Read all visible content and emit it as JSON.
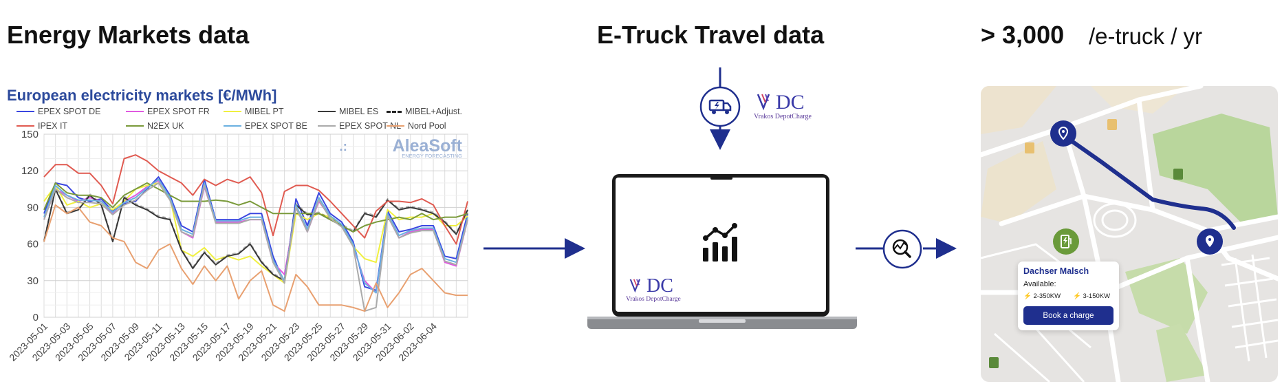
{
  "headers": {
    "energy": "Energy Markets data",
    "etruck": "E-Truck Travel data",
    "stat_value": "> 3,000",
    "stat_unit": "/e-truck / yr"
  },
  "logo": {
    "main": "DC",
    "sub": "Vrakos DepotCharge"
  },
  "map_card": {
    "title": "Dachser Malsch",
    "available_label": "Available:",
    "spec_1": "2-350KW",
    "spec_2": "3-150KW",
    "button": "Book a charge"
  },
  "icons": [
    "electric-truck-icon",
    "analytics-chart-icon",
    "magnifier-trend-icon",
    "location-pin-icon",
    "charging-station-icon"
  ],
  "colors": {
    "accent": "#1f2f8e",
    "chart_title": "#2c4a9c"
  },
  "chart_data": {
    "type": "line",
    "title": "European electricity markets [€/MWh]",
    "watermark": "AleaSoft",
    "watermark_sub": "ENERGY FORECASTING",
    "xlabel": "",
    "ylabel": "",
    "ylim": [
      0,
      150
    ],
    "yticks": [
      "0",
      "30",
      "60",
      "90",
      "120",
      "150"
    ],
    "xticklabels": [
      "2023-05-01",
      "2023-05-03",
      "2023-05-05",
      "2023-05-07",
      "2023-05-09",
      "2023-05-11",
      "2023-05-13",
      "2023-05-15",
      "2023-05-17",
      "2023-05-19",
      "2023-05-21",
      "2023-05-23",
      "2023-05-25",
      "2023-05-27",
      "2023-05-29",
      "2023-05-31",
      "2023-06-02",
      "2023-06-04"
    ],
    "grid": true,
    "legend_position": "top",
    "series": [
      {
        "name": "EPEX SPOT DE",
        "color": "#3a46e0",
        "dashed": false,
        "values": [
          85,
          110,
          108,
          98,
          95,
          97,
          87,
          93,
          95,
          105,
          115,
          100,
          75,
          70,
          113,
          80,
          80,
          80,
          85,
          85,
          50,
          28,
          97,
          75,
          102,
          85,
          78,
          62,
          25,
          22,
          87,
          70,
          72,
          75,
          75,
          50,
          48,
          85
        ]
      },
      {
        "name": "EPEX SPOT FR",
        "color": "#e05ae0",
        "dashed": false,
        "values": [
          80,
          105,
          100,
          95,
          98,
          95,
          85,
          95,
          100,
          107,
          112,
          97,
          70,
          65,
          107,
          78,
          78,
          78,
          80,
          80,
          45,
          35,
          90,
          70,
          95,
          82,
          75,
          58,
          30,
          20,
          83,
          65,
          70,
          72,
          72,
          45,
          42,
          80
        ]
      },
      {
        "name": "MIBEL PT",
        "color": "#f0f040",
        "dashed": false,
        "values": [
          95,
          108,
          92,
          95,
          90,
          93,
          88,
          95,
          105,
          108,
          110,
          98,
          55,
          50,
          57,
          47,
          50,
          47,
          50,
          42,
          35,
          28,
          85,
          80,
          85,
          82,
          75,
          58,
          48,
          45,
          88,
          80,
          82,
          82,
          85,
          75,
          75,
          83
        ]
      },
      {
        "name": "MIBEL ES",
        "color": "#3a3a3a",
        "dashed": false,
        "values": [
          62,
          105,
          85,
          88,
          100,
          92,
          62,
          98,
          92,
          88,
          82,
          80,
          55,
          40,
          53,
          43,
          50,
          52,
          60,
          45,
          35,
          30,
          92,
          84,
          85,
          80,
          75,
          70,
          85,
          82,
          96,
          88,
          90,
          88,
          85,
          78,
          68,
          88
        ]
      },
      {
        "name": "MIBEL+Adjust.",
        "color": "#222222",
        "dashed": true,
        "values": [
          63,
          106,
          86,
          89,
          101,
          93,
          63,
          99,
          93,
          89,
          83,
          81,
          56,
          41,
          54,
          44,
          51,
          53,
          61,
          46,
          36,
          31,
          93,
          85,
          86,
          81,
          76,
          71,
          86,
          83,
          97,
          89,
          91,
          89,
          86,
          79,
          69,
          89
        ]
      },
      {
        "name": "IPEX IT",
        "color": "#e05a50",
        "dashed": false,
        "values": [
          115,
          125,
          125,
          118,
          118,
          108,
          93,
          130,
          133,
          128,
          120,
          115,
          110,
          100,
          113,
          108,
          113,
          110,
          115,
          102,
          67,
          103,
          108,
          108,
          104,
          95,
          85,
          75,
          65,
          87,
          95,
          95,
          94,
          97,
          92,
          75,
          60,
          95
        ]
      },
      {
        "name": "N2EX UK",
        "color": "#7a9a3a",
        "dashed": false,
        "values": [
          88,
          110,
          102,
          100,
          100,
          98,
          90,
          100,
          105,
          110,
          105,
          100,
          95,
          95,
          95,
          96,
          95,
          92,
          95,
          90,
          85,
          85,
          85,
          85,
          85,
          80,
          75,
          70,
          75,
          78,
          80,
          82,
          80,
          85,
          80,
          82,
          82,
          85
        ]
      },
      {
        "name": "EPEX SPOT BE",
        "color": "#6ab0e0",
        "dashed": false,
        "values": [
          82,
          108,
          100,
          96,
          96,
          95,
          86,
          94,
          98,
          106,
          113,
          98,
          72,
          68,
          110,
          79,
          79,
          79,
          82,
          82,
          47,
          30,
          92,
          72,
          98,
          83,
          76,
          60,
          28,
          20,
          85,
          67,
          71,
          73,
          73,
          48,
          45,
          82
        ]
      },
      {
        "name": "EPEX SPOT NL",
        "color": "#aaaaaa",
        "dashed": false,
        "values": [
          80,
          105,
          98,
          94,
          94,
          93,
          84,
          92,
          96,
          104,
          110,
          96,
          70,
          66,
          108,
          77,
          77,
          77,
          80,
          80,
          45,
          28,
          90,
          70,
          96,
          81,
          74,
          58,
          5,
          8,
          83,
          65,
          69,
          71,
          71,
          46,
          43,
          80
        ]
      },
      {
        "name": "Nord Pool",
        "color": "#e8a070",
        "dashed": false,
        "values": [
          62,
          92,
          85,
          90,
          78,
          75,
          65,
          62,
          45,
          40,
          55,
          60,
          40,
          27,
          42,
          30,
          42,
          15,
          30,
          38,
          10,
          5,
          35,
          25,
          10,
          10,
          10,
          8,
          5,
          28,
          8,
          20,
          35,
          40,
          30,
          20,
          18,
          18
        ]
      }
    ]
  }
}
